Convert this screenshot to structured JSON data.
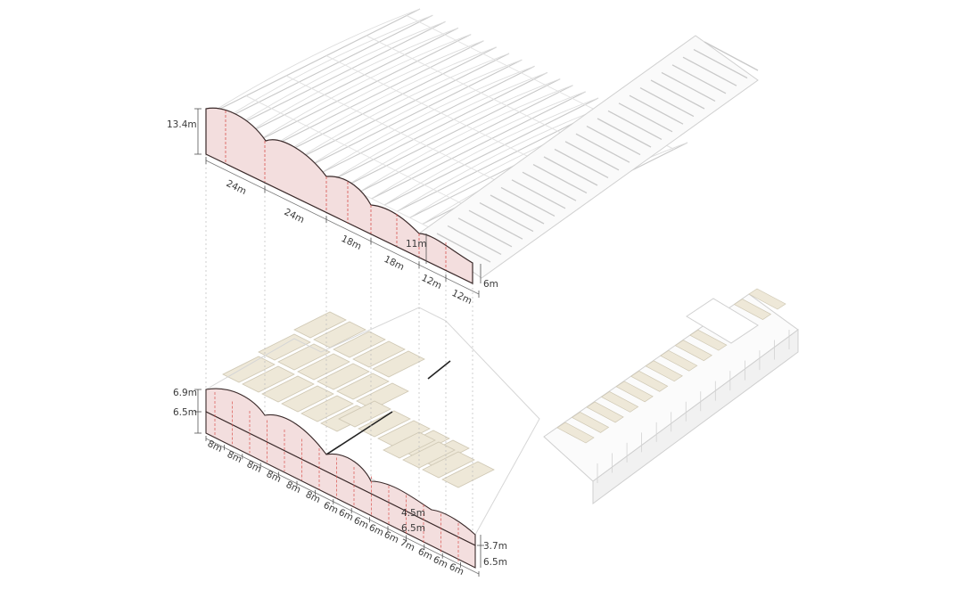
{
  "upper_model": {
    "height_labels": {
      "total_height": "13.4m",
      "mid_height": "11m",
      "low_height": "6m"
    },
    "span_labels": [
      "24m",
      "24m",
      "18m",
      "18m",
      "12m",
      "12m"
    ]
  },
  "lower_model": {
    "height_labels": {
      "top_left": "6.9m",
      "mid_left": "6.5m",
      "inner_upper": "4.5m",
      "inner_lower": "6.5m",
      "right_upper": "3.7m",
      "right_lower": "6.5m"
    },
    "span_labels": [
      "8m",
      "8m",
      "8m",
      "8m",
      "8m",
      "8m",
      "6m",
      "6m",
      "6m",
      "6m",
      "6m",
      "7m",
      "6m",
      "6m",
      "6m"
    ]
  },
  "colors": {
    "section_fill": "#f3dede",
    "section_line": "#3a2a2a",
    "red_dash": "#d9534f",
    "structure_line": "#c8c8c8",
    "floor_fill": "#eee8d8",
    "guide_line": "#bbbbbb"
  }
}
